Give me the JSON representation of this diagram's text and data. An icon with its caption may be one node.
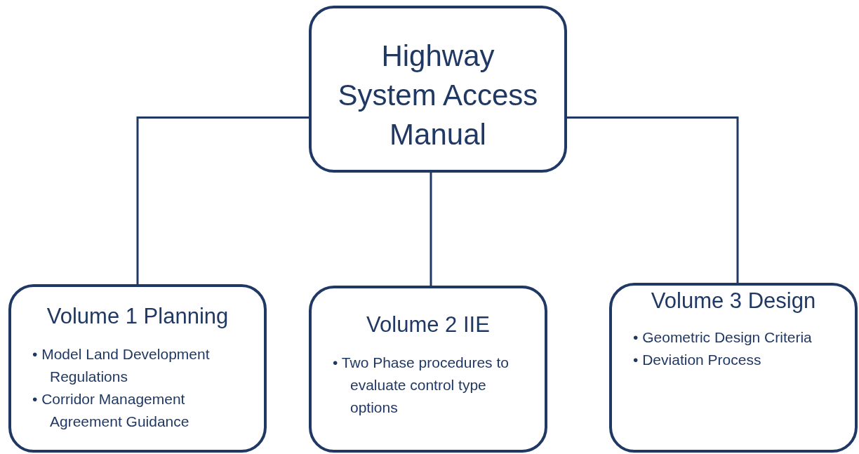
{
  "diagram": {
    "nodes": [
      {
        "text": [
          "Highway System Access Manual"
        ]
      },
      {
        "text": [
          "Volume 1 Planning",
          "• Model Land Development Regulations",
          "• Corridor Management Agreement Guidance"
        ]
      },
      {
        "text": [
          "Volume 2 IIE",
          "• Two Phase procedures to evaluate control type options"
        ]
      },
      {
        "text": [
          "Volume 3 Design",
          "• Geometric Design Criteria",
          "• Deviation Process"
        ]
      }
    ],
    "edges": [
      {
        "from": 0,
        "to": 1,
        "arrow": "none"
      },
      {
        "from": 0,
        "to": 2,
        "arrow": "none"
      },
      {
        "from": 0,
        "to": 3,
        "arrow": "none"
      }
    ]
  }
}
